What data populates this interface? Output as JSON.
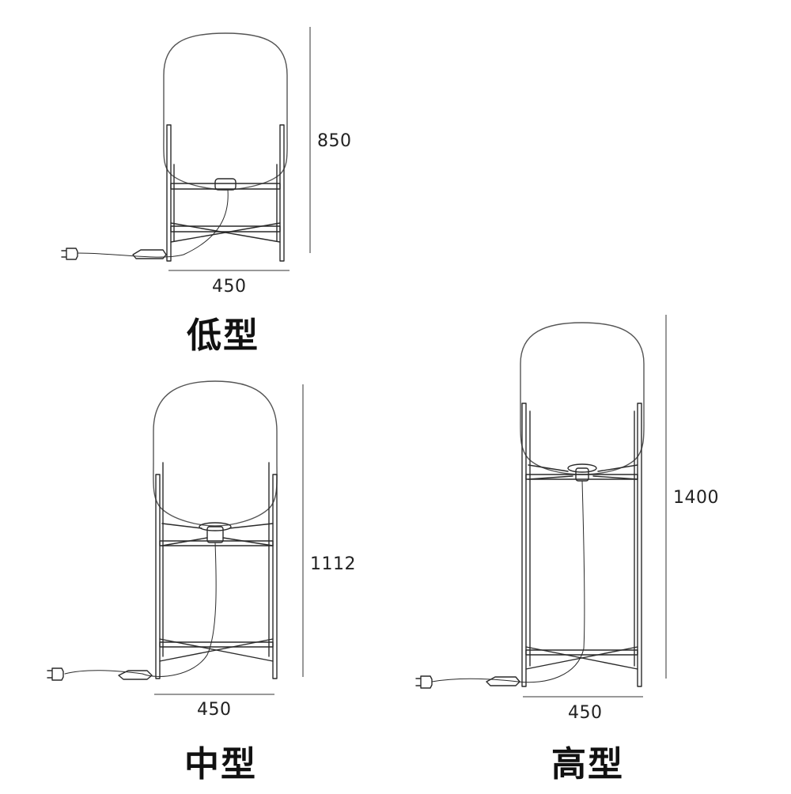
{
  "variants": [
    {
      "id": "low",
      "name": "低型",
      "height_label": "850",
      "width_label": "450"
    },
    {
      "id": "mid",
      "name": "中型",
      "height_label": "1112",
      "width_label": "450"
    },
    {
      "id": "tall",
      "name": "高型",
      "height_label": "1400",
      "width_label": "450"
    }
  ],
  "colors": {
    "line": "#2a2a2a",
    "shade": "#555555",
    "text": "#222222"
  }
}
